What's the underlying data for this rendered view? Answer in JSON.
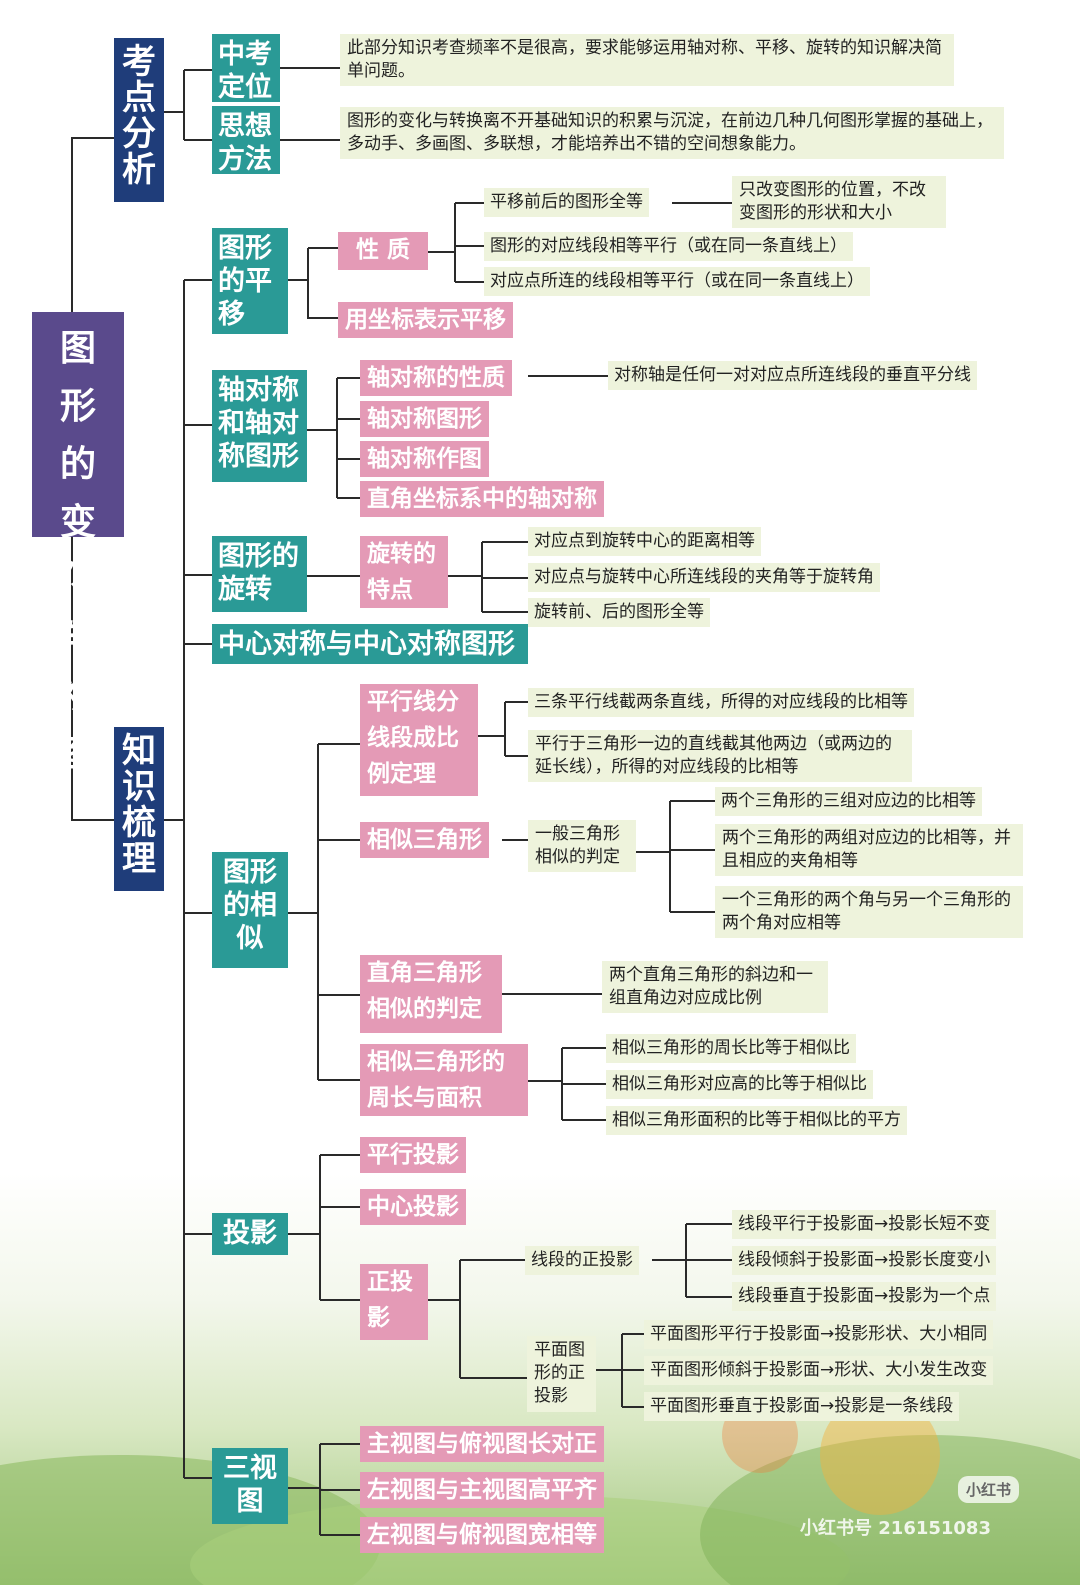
{
  "root": "图形的变化与视图",
  "exam": {
    "title": "考点分析",
    "position": {
      "label": "中考定位",
      "note": "此部分知识考查频率不是很高，要求能够运用轴对称、平移、旋转的知识解决简单问题。"
    },
    "method": {
      "label": "思想方法",
      "note": "图形的变化与转换离不开基础知识的积累与沉淀，在前边几种几何图形掌握的基础上，多动手、多画图、多联想，才能培养出不错的空间想象能力。"
    }
  },
  "knowledge": {
    "title": "知识梳理",
    "translation": {
      "label": "图形的平移",
      "property": "性 质",
      "p1": "平移前后的图形全等",
      "p1_note": "只改变图形的位置，不改变图形的形状和大小",
      "p2": "图形的对应线段相等平行（或在同一条直线上）",
      "p3": "对应点所连的线段相等平行（或在同一条直线上）",
      "coord": "用坐标表示平移"
    },
    "axial": {
      "label": "轴对称和轴对称图形",
      "property": "轴对称的性质",
      "property_note": "对称轴是任何一对对应点所连线段的垂直平分线",
      "figure": "轴对称图形",
      "drawing": "轴对称作图",
      "coord": "直角坐标系中的轴对称"
    },
    "rotation": {
      "label": "图形的旋转",
      "feature": "旋转的特点",
      "f1": "对应点到旋转中心的距离相等",
      "f2": "对应点与旋转中心所连线段的夹角等于旋转角",
      "f3": "旋转前、后的图形全等"
    },
    "central": "中心对称与中心对称图形",
    "similar": {
      "label": "图形的相似",
      "parallel": "平行线分线段成比例定理",
      "parallel_1": "三条平行线截两条直线，所得的对应线段的比相等",
      "parallel_2": "平行于三角形一边的直线截其他两边（或两边的延长线），所得的对应线段的比相等",
      "tri": "相似三角形",
      "tri_judge": "一般三角形相似的判定",
      "tri_1": "两个三角形的三组对应边的比相等",
      "tri_2": "两个三角形的两组对应边的比相等，并且相应的夹角相等",
      "tri_3": "一个三角形的两个角与另一个三角形的两个角对应相等",
      "right": "直角三角形相似的判定",
      "right_note": "两个直角三角形的斜边和一组直角边对应成比例",
      "perimeter": "相似三角形的周长与面积",
      "perimeter_1": "相似三角形的周长比等于相似比",
      "perimeter_2": "相似三角形对应高的比等于相似比",
      "perimeter_3": "相似三角形面积的比等于相似比的平方"
    },
    "projection": {
      "label": "投影",
      "parallel": "平行投影",
      "central": "中心投影",
      "ortho": "正投影",
      "segment": "线段的正投影",
      "seg_1": "线段平行于投影面→投影长短不变",
      "seg_2": "线段倾斜于投影面→投影长度变小",
      "seg_3": "线段垂直于投影面→投影为一个点",
      "plane": "平面图形的正投影",
      "plane_1": "平面图形平行于投影面→投影形状、大小相同",
      "plane_2": "平面图形倾斜于投影面→形状、大小发生改变",
      "plane_3": "平面图形垂直于投影面→投影是一条线段"
    },
    "three_view": {
      "label": "三视图",
      "v1": "主视图与俯视图长对正",
      "v2": "左视图与主视图高平齐",
      "v3": "左视图与俯视图宽相等"
    }
  },
  "watermark": {
    "logo": "小红书",
    "id": "小红书号 216151083"
  }
}
